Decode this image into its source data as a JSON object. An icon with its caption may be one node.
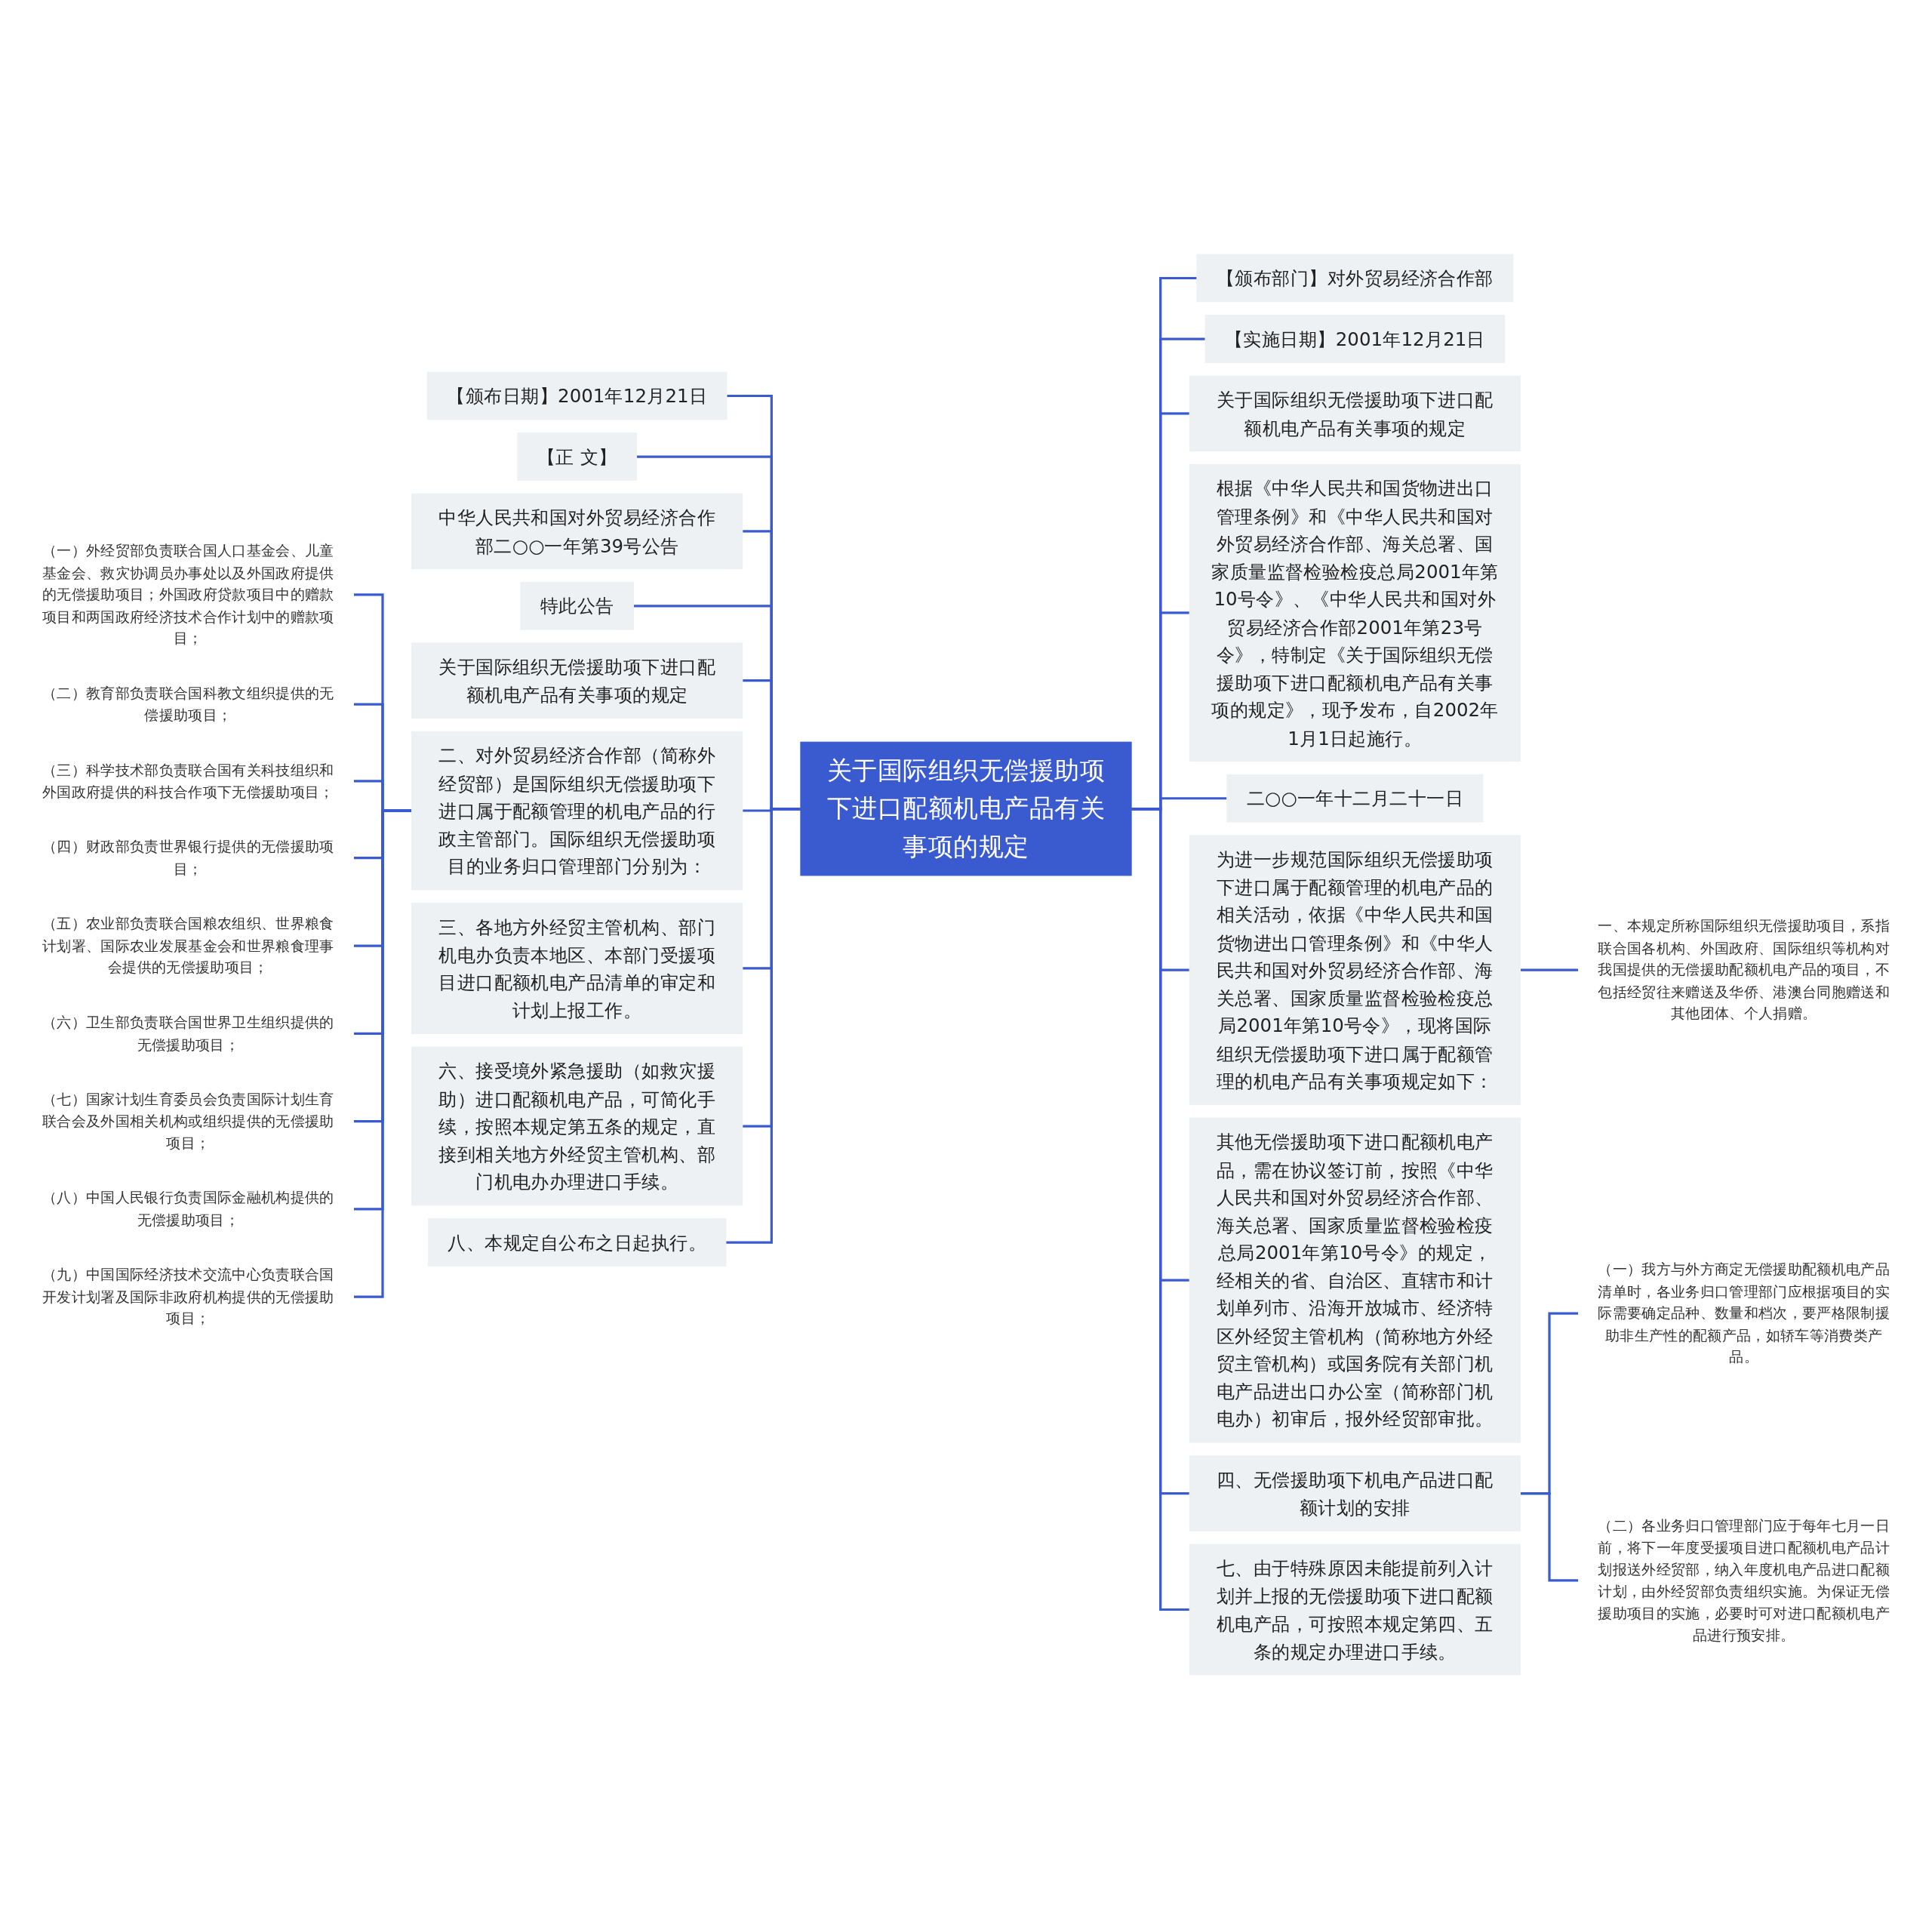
{
  "diagram": {
    "nodes": [
      {
        "text": [
          "关于国际组织无偿援助项下进口配额机电产品有关事项的规定"
        ]
      },
      {
        "text": [
          "【颁布日期】2001年12月21日"
        ]
      },
      {
        "text": [
          "【正 文】"
        ]
      },
      {
        "text": [
          "中华人民共和国对外贸易经济合作部二○○一年第39号公告"
        ]
      },
      {
        "text": [
          "特此公告"
        ]
      },
      {
        "text": [
          "关于国际组织无偿援助项下进口配额机电产品有关事项的规定"
        ]
      },
      {
        "text": [
          "二、对外贸易经济合作部（简称外经贸部）是国际组织无偿援助项下进口属于配额管理的机电产品的行政主管部门。国际组织无偿援助项目的业务归口管理部门分别为："
        ]
      },
      {
        "text": [
          "（一）外经贸部负责联合国人口基金会、儿童基金会、救灾协调员办事处以及外国政府提供的无偿援助项目；外国政府贷款项目中的赠款项目和两国政府经济技术合作计划中的赠款项目；"
        ]
      },
      {
        "text": [
          "（二）教育部负责联合国科教文组织提供的无偿援助项目；"
        ]
      },
      {
        "text": [
          "（三）科学技术部负责联合国有关科技组织和外国政府提供的科技合作项下无偿援助项目；"
        ]
      },
      {
        "text": [
          "（四）财政部负责世界银行提供的无偿援助项目；"
        ]
      },
      {
        "text": [
          "（五）农业部负责联合国粮农组织、世界粮食计划署、国际农业发展基金会和世界粮食理事会提供的无偿援助项目；"
        ]
      },
      {
        "text": [
          "（六）卫生部负责联合国世界卫生组织提供的无偿援助项目；"
        ]
      },
      {
        "text": [
          "（七）国家计划生育委员会负责国际计划生育联合会及外国相关机构或组织提供的无偿援助项目；"
        ]
      },
      {
        "text": [
          "（八）中国人民银行负责国际金融机构提供的无偿援助项目；"
        ]
      },
      {
        "text": [
          "（九）中国国际经济技术交流中心负责联合国开发计划署及国际非政府机构提供的无偿援助项目；"
        ]
      },
      {
        "text": [
          "三、各地方外经贸主管机构、部门机电办负责本地区、本部门受援项目进口配额机电产品清单的审定和计划上报工作。"
        ]
      },
      {
        "text": [
          "六、接受境外紧急援助（如救灾援助）进口配额机电产品，可简化手续，按照本规定第五条的规定，直接到相关地方外经贸主管机构、部门机电办办理进口手续。"
        ]
      },
      {
        "text": [
          "八、本规定自公布之日起执行。"
        ]
      },
      {
        "text": [
          "【颁布部门】对外贸易经济合作部"
        ]
      },
      {
        "text": [
          "【实施日期】2001年12月21日"
        ]
      },
      {
        "text": [
          "关于国际组织无偿援助项下进口配额机电产品有关事项的规定"
        ]
      },
      {
        "text": [
          "根据《中华人民共和国货物进出口管理条例》和《中华人民共和国对外贸易经济合作部、海关总署、国家质量监督检验检疫总局2001年第10号令》、《中华人民共和国对外贸易经济合作部2001年第23号令》，特制定《关于国际组织无偿援助项下进口配额机电产品有关事项的规定》，现予发布，自2002年1月1日起施行。"
        ]
      },
      {
        "text": [
          "二○○一年十二月二十一日"
        ]
      },
      {
        "text": [
          "为进一步规范国际组织无偿援助项下进口属于配额管理的机电产品的相关活动，依据《中华人民共和国货物进出口管理条例》和《中华人民共和国对外贸易经济合作部、海关总署、国家质量监督检验检疫总局2001年第10号令》，现将国际组织无偿援助项下进口属于配额管理的机电产品有关事项规定如下："
        ]
      },
      {
        "text": [
          "一、本规定所称国际组织无偿援助项目，系指联合国各机构、外国政府、国际组织等机构对我国提供的无偿援助配额机电产品的项目，不包括经贸往来赠送及华侨、港澳台同胞赠送和其他团体、个人捐赠。"
        ]
      },
      {
        "text": [
          "其他无偿援助项下进口配额机电产品，需在协议签订前，按照《中华人民共和国对外贸易经济合作部、海关总署、国家质量监督检验检疫总局2001年第10号令》的规定，经相关的省、自治区、直辖市和计划单列市、沿海开放城市、经济特区外经贸主管机构（简称地方外经贸主管机构）或国务院有关部门机电产品进出口办公室（简称部门机电办）初审后，报外经贸部审批。"
        ]
      },
      {
        "text": [
          "四、无偿援助项下机电产品进口配额计划的安排"
        ]
      },
      {
        "text": [
          "（一）我方与外方商定无偿援助配额机电产品清单时，各业务归口管理部门应根据项目的实际需要确定品种、数量和档次，要严格限制援助非生产性的配额产品，如轿车等消费类产品。"
        ]
      },
      {
        "text": [
          "（二）各业务归口管理部门应于每年七月一日前，将下一年度受援项目进口配额机电产品计划报送外经贸部，纳入年度机电产品进口配额计划，由外经贸部负责组织实施。为保证无偿援助项目的实施，必要时可对进口配额机电产品进行预安排。"
        ]
      },
      {
        "text": [
          "七、由于特殊原因未能提前列入计划并上报的无偿援助项下进口配额机电产品，可按照本规定第四、五条的规定办理进口手续。"
        ]
      }
    ],
    "edges": [
      {
        "from": 0,
        "to": 1,
        "arrow": "none"
      },
      {
        "from": 0,
        "to": 2,
        "arrow": "none"
      },
      {
        "from": 0,
        "to": 3,
        "arrow": "none"
      },
      {
        "from": 0,
        "to": 4,
        "arrow": "none"
      },
      {
        "from": 0,
        "to": 5,
        "arrow": "none"
      },
      {
        "from": 0,
        "to": 6,
        "arrow": "none"
      },
      {
        "from": 6,
        "to": 7,
        "arrow": "none"
      },
      {
        "from": 6,
        "to": 8,
        "arrow": "none"
      },
      {
        "from": 6,
        "to": 9,
        "arrow": "none"
      },
      {
        "from": 6,
        "to": 10,
        "arrow": "none"
      },
      {
        "from": 6,
        "to": 11,
        "arrow": "none"
      },
      {
        "from": 6,
        "to": 12,
        "arrow": "none"
      },
      {
        "from": 6,
        "to": 13,
        "arrow": "none"
      },
      {
        "from": 6,
        "to": 14,
        "arrow": "none"
      },
      {
        "from": 6,
        "to": 15,
        "arrow": "none"
      },
      {
        "from": 0,
        "to": 16,
        "arrow": "none"
      },
      {
        "from": 0,
        "to": 17,
        "arrow": "none"
      },
      {
        "from": 0,
        "to": 18,
        "arrow": "none"
      },
      {
        "from": 0,
        "to": 19,
        "arrow": "none"
      },
      {
        "from": 0,
        "to": 20,
        "arrow": "none"
      },
      {
        "from": 0,
        "to": 21,
        "arrow": "none"
      },
      {
        "from": 0,
        "to": 22,
        "arrow": "none"
      },
      {
        "from": 0,
        "to": 23,
        "arrow": "none"
      },
      {
        "from": 0,
        "to": 24,
        "arrow": "none"
      },
      {
        "from": 24,
        "to": 25,
        "arrow": "none"
      },
      {
        "from": 0,
        "to": 26,
        "arrow": "none"
      },
      {
        "from": 0,
        "to": 27,
        "arrow": "none"
      },
      {
        "from": 27,
        "to": 28,
        "arrow": "none"
      },
      {
        "from": 27,
        "to": 29,
        "arrow": "none"
      },
      {
        "from": 0,
        "to": 30,
        "arrow": "none"
      }
    ]
  }
}
